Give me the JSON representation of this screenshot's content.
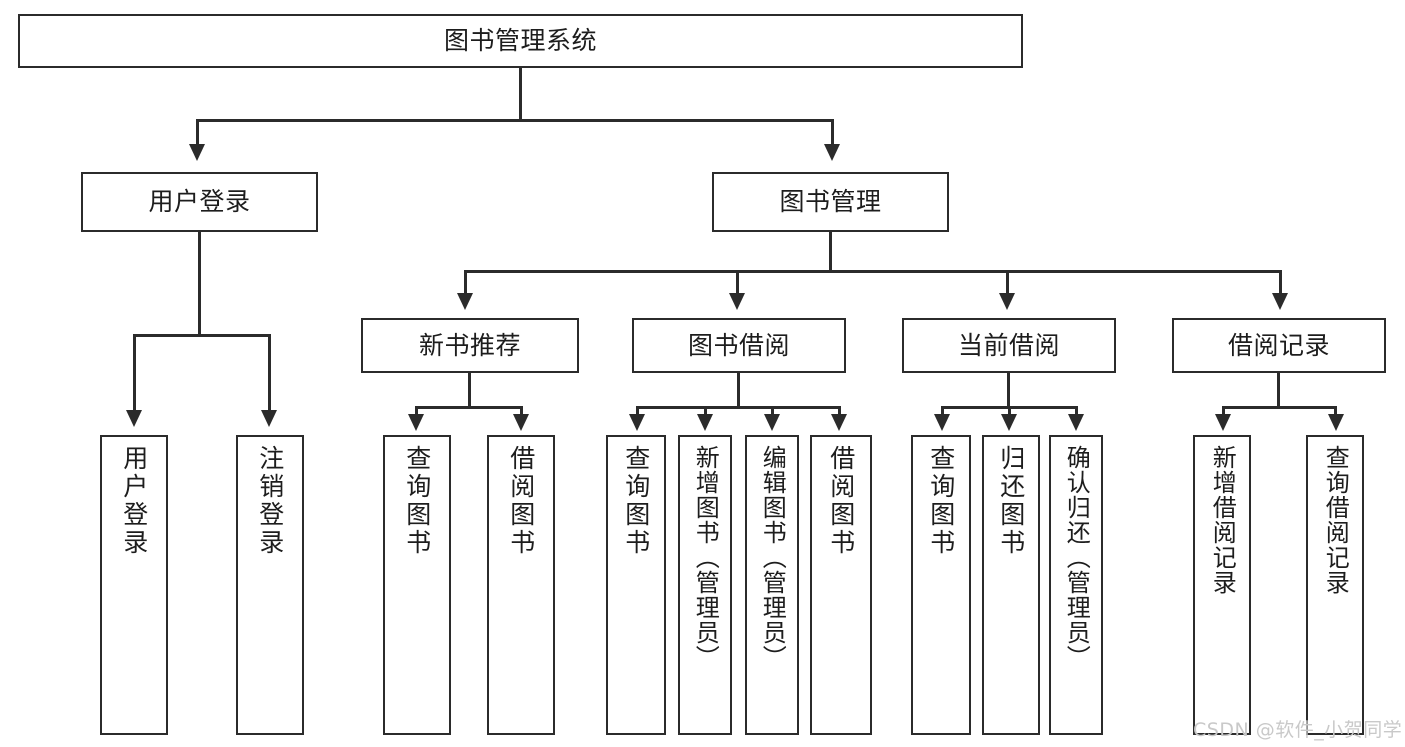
{
  "diagram": {
    "type": "tree-hierarchy",
    "title": "图书管理系统",
    "root": {
      "label": "图书管理系统"
    },
    "level2": [
      {
        "label": "用户登录"
      },
      {
        "label": "图书管理"
      }
    ],
    "level3": [
      {
        "label": "新书推荐"
      },
      {
        "label": "图书借阅"
      },
      {
        "label": "当前借阅"
      },
      {
        "label": "借阅记录"
      }
    ],
    "leaves": {
      "user_login": [
        {
          "label": "用户登录"
        },
        {
          "label": "注销登录"
        }
      ],
      "new_book_recommend": [
        {
          "label": "查询图书"
        },
        {
          "label": "借阅图书"
        }
      ],
      "book_borrow": [
        {
          "label": "查询图书"
        },
        {
          "label": "新增图书（管理员）"
        },
        {
          "label": "编辑图书（管理员）"
        },
        {
          "label": "借阅图书"
        }
      ],
      "current_borrow": [
        {
          "label": "查询图书"
        },
        {
          "label": "归还图书"
        },
        {
          "label": "确认归还（管理员）"
        }
      ],
      "borrow_record": [
        {
          "label": "新增借阅记录"
        },
        {
          "label": "查询借阅记录"
        }
      ]
    }
  },
  "watermark": {
    "text": "CSDN @软件_小贺同学"
  },
  "colors": {
    "stroke": "#2b2b2b",
    "fill": "#ffffff",
    "text": "#1d1d1d",
    "watermark": "#c9c9c9"
  }
}
